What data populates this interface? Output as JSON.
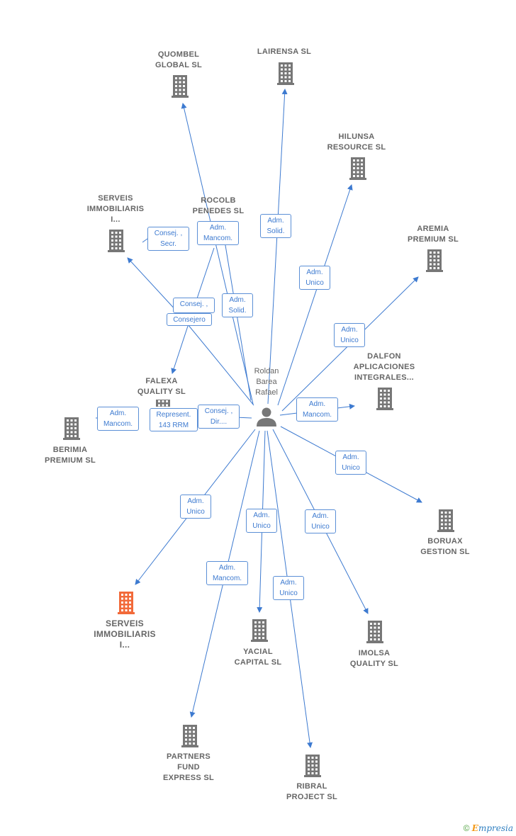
{
  "center": {
    "name": "Roldan\nBarea\nRafael",
    "icon": "person-icon"
  },
  "colors": {
    "edge": "#3d7ad0",
    "building": "#777777",
    "building_highlight": "#f26a3a",
    "label": "#666666"
  },
  "nodes": [
    {
      "id": "quombel",
      "name": "QUOMBEL\nGLOBAL  SL",
      "icon": "building-icon"
    },
    {
      "id": "lairensa",
      "name": "LAIRENSA  SL",
      "icon": "building-icon"
    },
    {
      "id": "hilunsa",
      "name": "HILUNSA\nRESOURCE  SL",
      "icon": "building-icon"
    },
    {
      "id": "aremia",
      "name": "AREMIA\nPREMIUM SL",
      "icon": "building-icon"
    },
    {
      "id": "serveis_top",
      "name": "SERVEIS\nIMMOBILIARIS\nI...",
      "icon": "building-icon"
    },
    {
      "id": "rocolb",
      "name": "ROCOLB\nPENEDES  SL",
      "icon": "building-icon"
    },
    {
      "id": "dalfon",
      "name": "DALFON\nAPLICACIONES\nINTEGRALES...",
      "icon": "building-icon"
    },
    {
      "id": "falexa",
      "name": "FALEXA\nQUALITY  SL",
      "icon": "building-icon"
    },
    {
      "id": "berimia",
      "name": "BERIMIA\nPREMIUM  SL",
      "icon": "building-icon"
    },
    {
      "id": "boruax",
      "name": "BORUAX\nGESTION  SL",
      "icon": "building-icon"
    },
    {
      "id": "serveis_main",
      "name": "SERVEIS\nIMMOBILIARIS\nI...",
      "icon": "building-icon",
      "highlight": true
    },
    {
      "id": "yacial",
      "name": "YACIAL\nCAPITAL  SL",
      "icon": "building-icon"
    },
    {
      "id": "imolsa",
      "name": "IMOLSA\nQUALITY  SL",
      "icon": "building-icon"
    },
    {
      "id": "partners",
      "name": "PARTNERS\nFUND\nEXPRESS SL",
      "icon": "building-icon"
    },
    {
      "id": "ribral",
      "name": "RIBRAL\nPROJECT SL",
      "icon": "building-icon"
    }
  ],
  "edges": [
    {
      "to": "quombel",
      "label": "Adm.\nMancom."
    },
    {
      "to": "lairensa",
      "label": "Adm.\nSolid."
    },
    {
      "to": "hilunsa",
      "label": "Adm.\nUnico"
    },
    {
      "to": "aremia",
      "label": "Adm.\nUnico"
    },
    {
      "to": "serveis_top",
      "label": "Consej. ,\nSecr."
    },
    {
      "to": "rocolb",
      "label": "Adm.\nSolid."
    },
    {
      "to": "falexa",
      "label": "Consej. ,"
    },
    {
      "to": "falexa",
      "label": "Consejero"
    },
    {
      "to": "dalfon",
      "label": "Adm.\nMancom."
    },
    {
      "to": "berimia",
      "label": "Consej. ,\nDir...."
    },
    {
      "to": "berimia",
      "label": "Represent.\n143 RRM"
    },
    {
      "to": "berimia",
      "label": "Adm.\nMancom."
    },
    {
      "to": "boruax",
      "label": "Adm.\nUnico"
    },
    {
      "to": "serveis_main",
      "label": "Adm.\nUnico"
    },
    {
      "to": "yacial",
      "label": "Adm.\nUnico"
    },
    {
      "to": "imolsa",
      "label": "Adm.\nUnico"
    },
    {
      "to": "partners",
      "label": "Adm.\nMancom."
    },
    {
      "to": "ribral",
      "label": "Adm.\nUnico"
    }
  ],
  "footer": {
    "copyright": "©",
    "brand_initial": "E",
    "brand_rest": "mpresia"
  }
}
